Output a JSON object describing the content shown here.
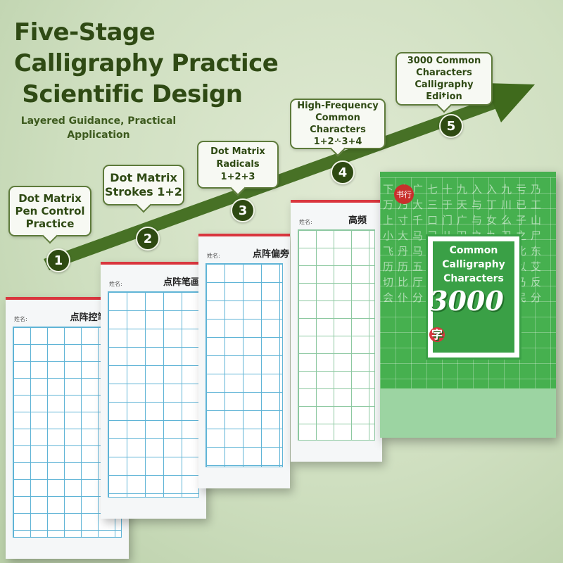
{
  "title_lines": [
    "Five-Stage",
    "Calligraphy Practice",
    " Scientific Design"
  ],
  "subtitle_lines": [
    "Layered Guidance, Practical",
    "Application"
  ],
  "stages": [
    {
      "number": "1",
      "lines": [
        "Dot Matrix",
        "Pen Control",
        "Practice"
      ]
    },
    {
      "number": "2",
      "lines": [
        "Dot Matrix",
        "Strokes 1+2"
      ]
    },
    {
      "number": "3",
      "lines": [
        "Dot Matrix",
        "Radicals",
        "1+2+3"
      ]
    },
    {
      "number": "4",
      "lines": [
        "High-Frequency",
        "Common",
        "Characters",
        "1+2+3+4"
      ]
    },
    {
      "number": "5",
      "lines": [
        "3000 Common",
        "Characters",
        "Calligraphy",
        "Edition"
      ]
    }
  ],
  "sheets": [
    {
      "header": "点阵控笔",
      "name_label": "姓名:"
    },
    {
      "header": "点阵笔画",
      "name_label": "姓名:"
    },
    {
      "header": "点阵偏旁",
      "name_label": "姓名:"
    },
    {
      "header": "高频",
      "name_label": "姓名:"
    }
  ],
  "cover": {
    "seal": "书行",
    "background_chars": "下才广七十九入入九亏乃万乃大三于天与丁川已工上寸千口门广与女么子山小大马己儿卫之丸卫之尸飞丹马云力元又卫东比东历历五尤以计丰水书以艾切比厅风化仅升丹认乃反会仆分办中今仓公月民分",
    "label_lines": [
      "Common",
      "Calligraphy",
      "Characters"
    ],
    "big_number": "3000",
    "big_suffix": "字"
  },
  "colors": {
    "accent_green": "#2e4a12",
    "cover_green": "#46b04f",
    "sheet_red": "#d9363e"
  }
}
